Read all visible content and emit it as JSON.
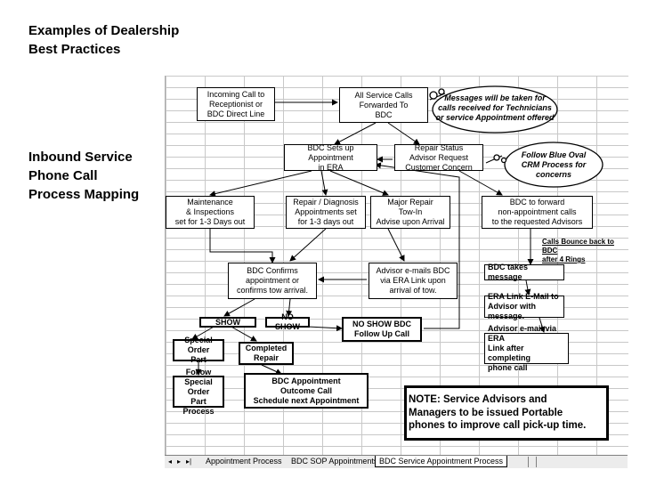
{
  "header": {
    "title": "Examples of Dealership\nBest Practices",
    "subtitle": "Inbound Service\nPhone Call\nProcess Mapping"
  },
  "boxes": {
    "incoming_call": "Incoming Call to\nReceptionist or\nBDC Direct Line",
    "all_service_calls": "All Service Calls\nForwarded To\nBDC",
    "bdc_sets_up": "BDC Sets up\nAppointment\nin ERA",
    "repair_status": "Repair Status\nAdvisor Request\nCustomer Concern",
    "maintenance": "Maintenance\n& Inspections\nset for 1-3 Days out",
    "repair_diagnosis": "Repair / Diagnosis\nAppointments set\nfor 1-3 days out",
    "major_repair": "Major Repair\nTow-In\nAdvise upon Arrival",
    "bdc_forward": "BDC to forward\nnon-appointment calls\nto the requested Advisors",
    "bdc_confirms": "BDC Confirms\nappointment or\nconfirms tow arrival.",
    "advisor_emails": "Advisor e-mails BDC\nvia ERA Link upon\narrival of tow.",
    "show": "SHOW",
    "no_show": "NO SHOW",
    "no_show_bdc": "NO SHOW BDC\nFollow Up Call",
    "special_order": "Special Order\nPart",
    "completed_repair": "Completed\nRepair",
    "follow_special": "Follow\nSpecial Order\nPart Process",
    "bdc_appointment": "BDC Appointment\nOutcome Call\nSchedule next Appointment",
    "bdc_takes": "BDC takes message",
    "era_link_email": "ERA Link E-Mail to\nAdvisor with message.",
    "advisor_email_era": "Advisor  e-mail via ERA\nLink after completing\nphone call"
  },
  "notes": {
    "calls_bounce": "Calls Bounce back to BDC\nafter 4 Rings",
    "messages_cloud": "Messages will be taken for\ncalls received for Technicians\nor service Appointment offered",
    "blue_oval_cloud": "Follow Blue Oval\nCRM Process for\nconcerns",
    "note_box": "NOTE: Service Advisors and\nManagers to be issued Portable\nphones to improve call pick-up time."
  },
  "tabs": {
    "nav": [
      "◂",
      "▸",
      "▸|"
    ],
    "items": [
      "Appointment Process",
      "BDC SOP Appointments",
      "BDC Service Appointment Process"
    ],
    "active_index": 2
  }
}
